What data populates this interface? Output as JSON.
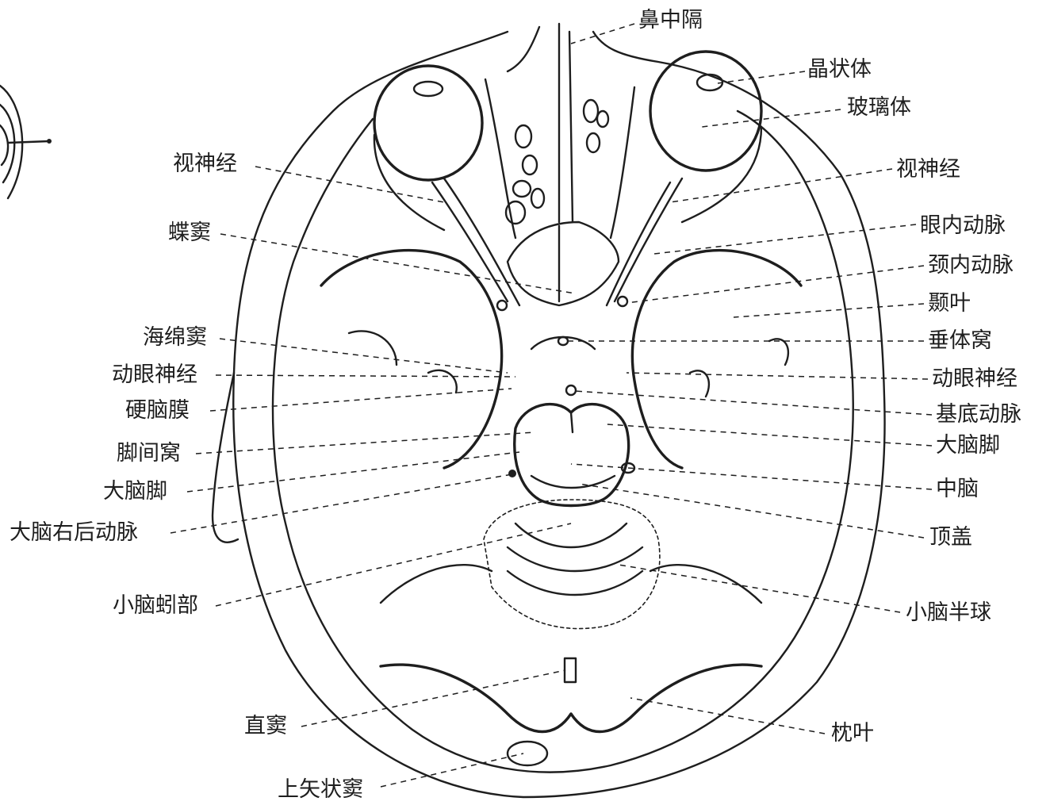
{
  "colors": {
    "ink": "#1e1e1e",
    "background": "#ffffff"
  },
  "labels": {
    "nasal_septum": "鼻中隔",
    "lens": "晶状体",
    "vitreous_body": "玻璃体",
    "optic_nerve_left": "视神经",
    "optic_nerve_right": "视神经",
    "sphenoid_sinus": "蝶窦",
    "ophthalmic_artery": "眼内动脉",
    "internal_carotid_artery": "颈内动脉",
    "temporal_lobe": "颞叶",
    "cavernous_sinus": "海绵窦",
    "pituitary_fossa": "垂体窝",
    "oculomotor_nerve_left": "动眼神经",
    "oculomotor_nerve_right": "动眼神经",
    "dura_mater": "硬脑膜",
    "basilar_artery": "基底动脉",
    "interpeduncular_fossa": "脚间窝",
    "cerebral_peduncle_right": "大脑脚",
    "cerebral_peduncle_left": "大脑脚",
    "midbrain": "中脑",
    "right_posterior_cerebral_artery": "大脑右后动脉",
    "tectum": "顶盖",
    "cerebellar_vermis": "小脑蚓部",
    "cerebellar_hemisphere": "小脑半球",
    "straight_sinus": "直窦",
    "occipital_lobe": "枕叶",
    "superior_sagittal_sinus": "上矢状窦"
  }
}
